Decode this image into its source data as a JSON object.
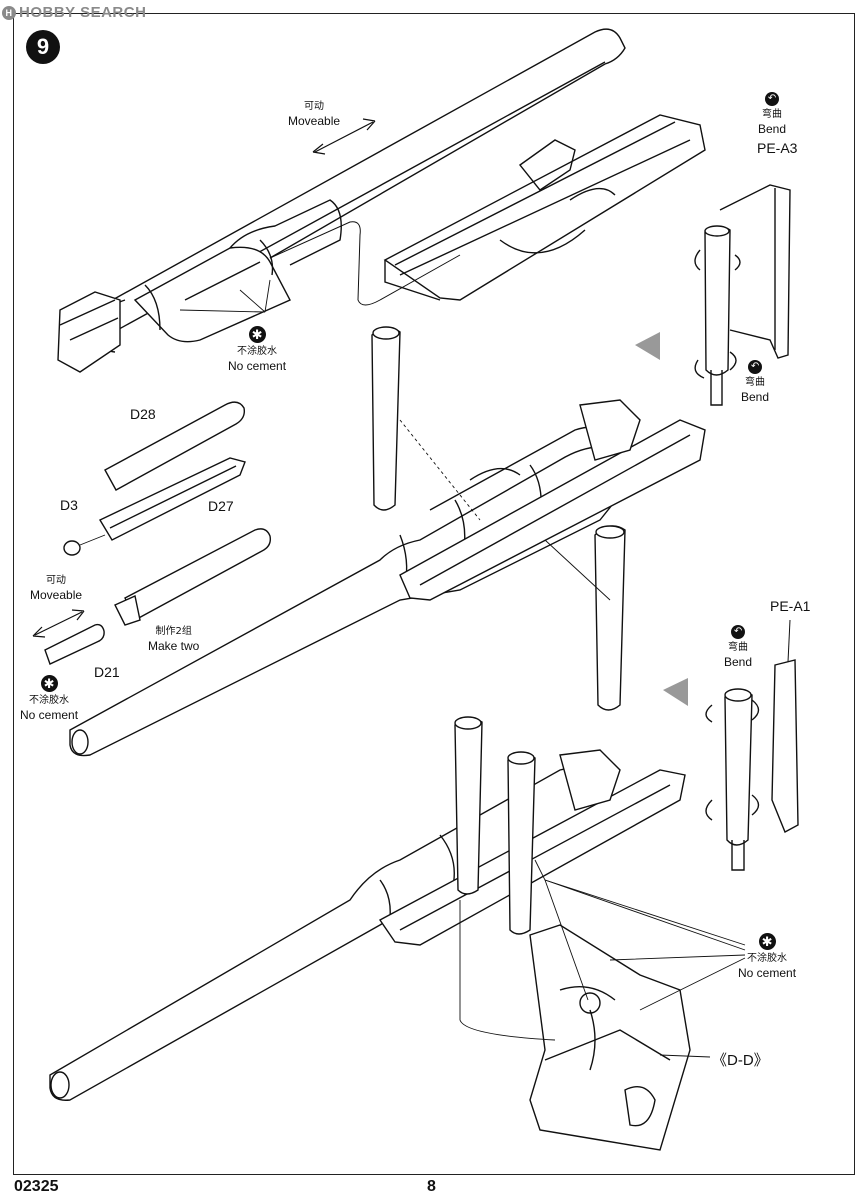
{
  "watermark": "HOBBY SEARCH",
  "step_number": "9",
  "labels": {
    "moveable_top_cn": "可动",
    "moveable_top_en": "Moveable",
    "no_cement_1_cn": "不涂胶水",
    "no_cement_1_en": "No cement",
    "bend_1_cn": "弯曲",
    "bend_1_en": "Bend",
    "pe_a3": "PE-A3",
    "bend_2_cn": "弯曲",
    "bend_2_en": "Bend",
    "d28": "D28",
    "d27": "D27",
    "d3": "D3",
    "moveable_left_cn": "可动",
    "moveable_left_en": "Moveable",
    "make_two_cn": "制作2组",
    "make_two_en": "Make two",
    "d21": "D21",
    "no_cement_2_cn": "不涂胶水",
    "no_cement_2_en": "No cement",
    "pe_a1": "PE-A1",
    "bend_3_cn": "弯曲",
    "bend_3_en": "Bend",
    "no_cement_3_cn": "不涂胶水",
    "no_cement_3_en": "No cement",
    "dd": "《D-D》"
  },
  "footer": {
    "kit_number": "02325",
    "page_number": "8"
  },
  "icons": {
    "glue": "no-cement-icon",
    "bend": "bend-icon",
    "arrow": "direction-arrow-icon"
  }
}
